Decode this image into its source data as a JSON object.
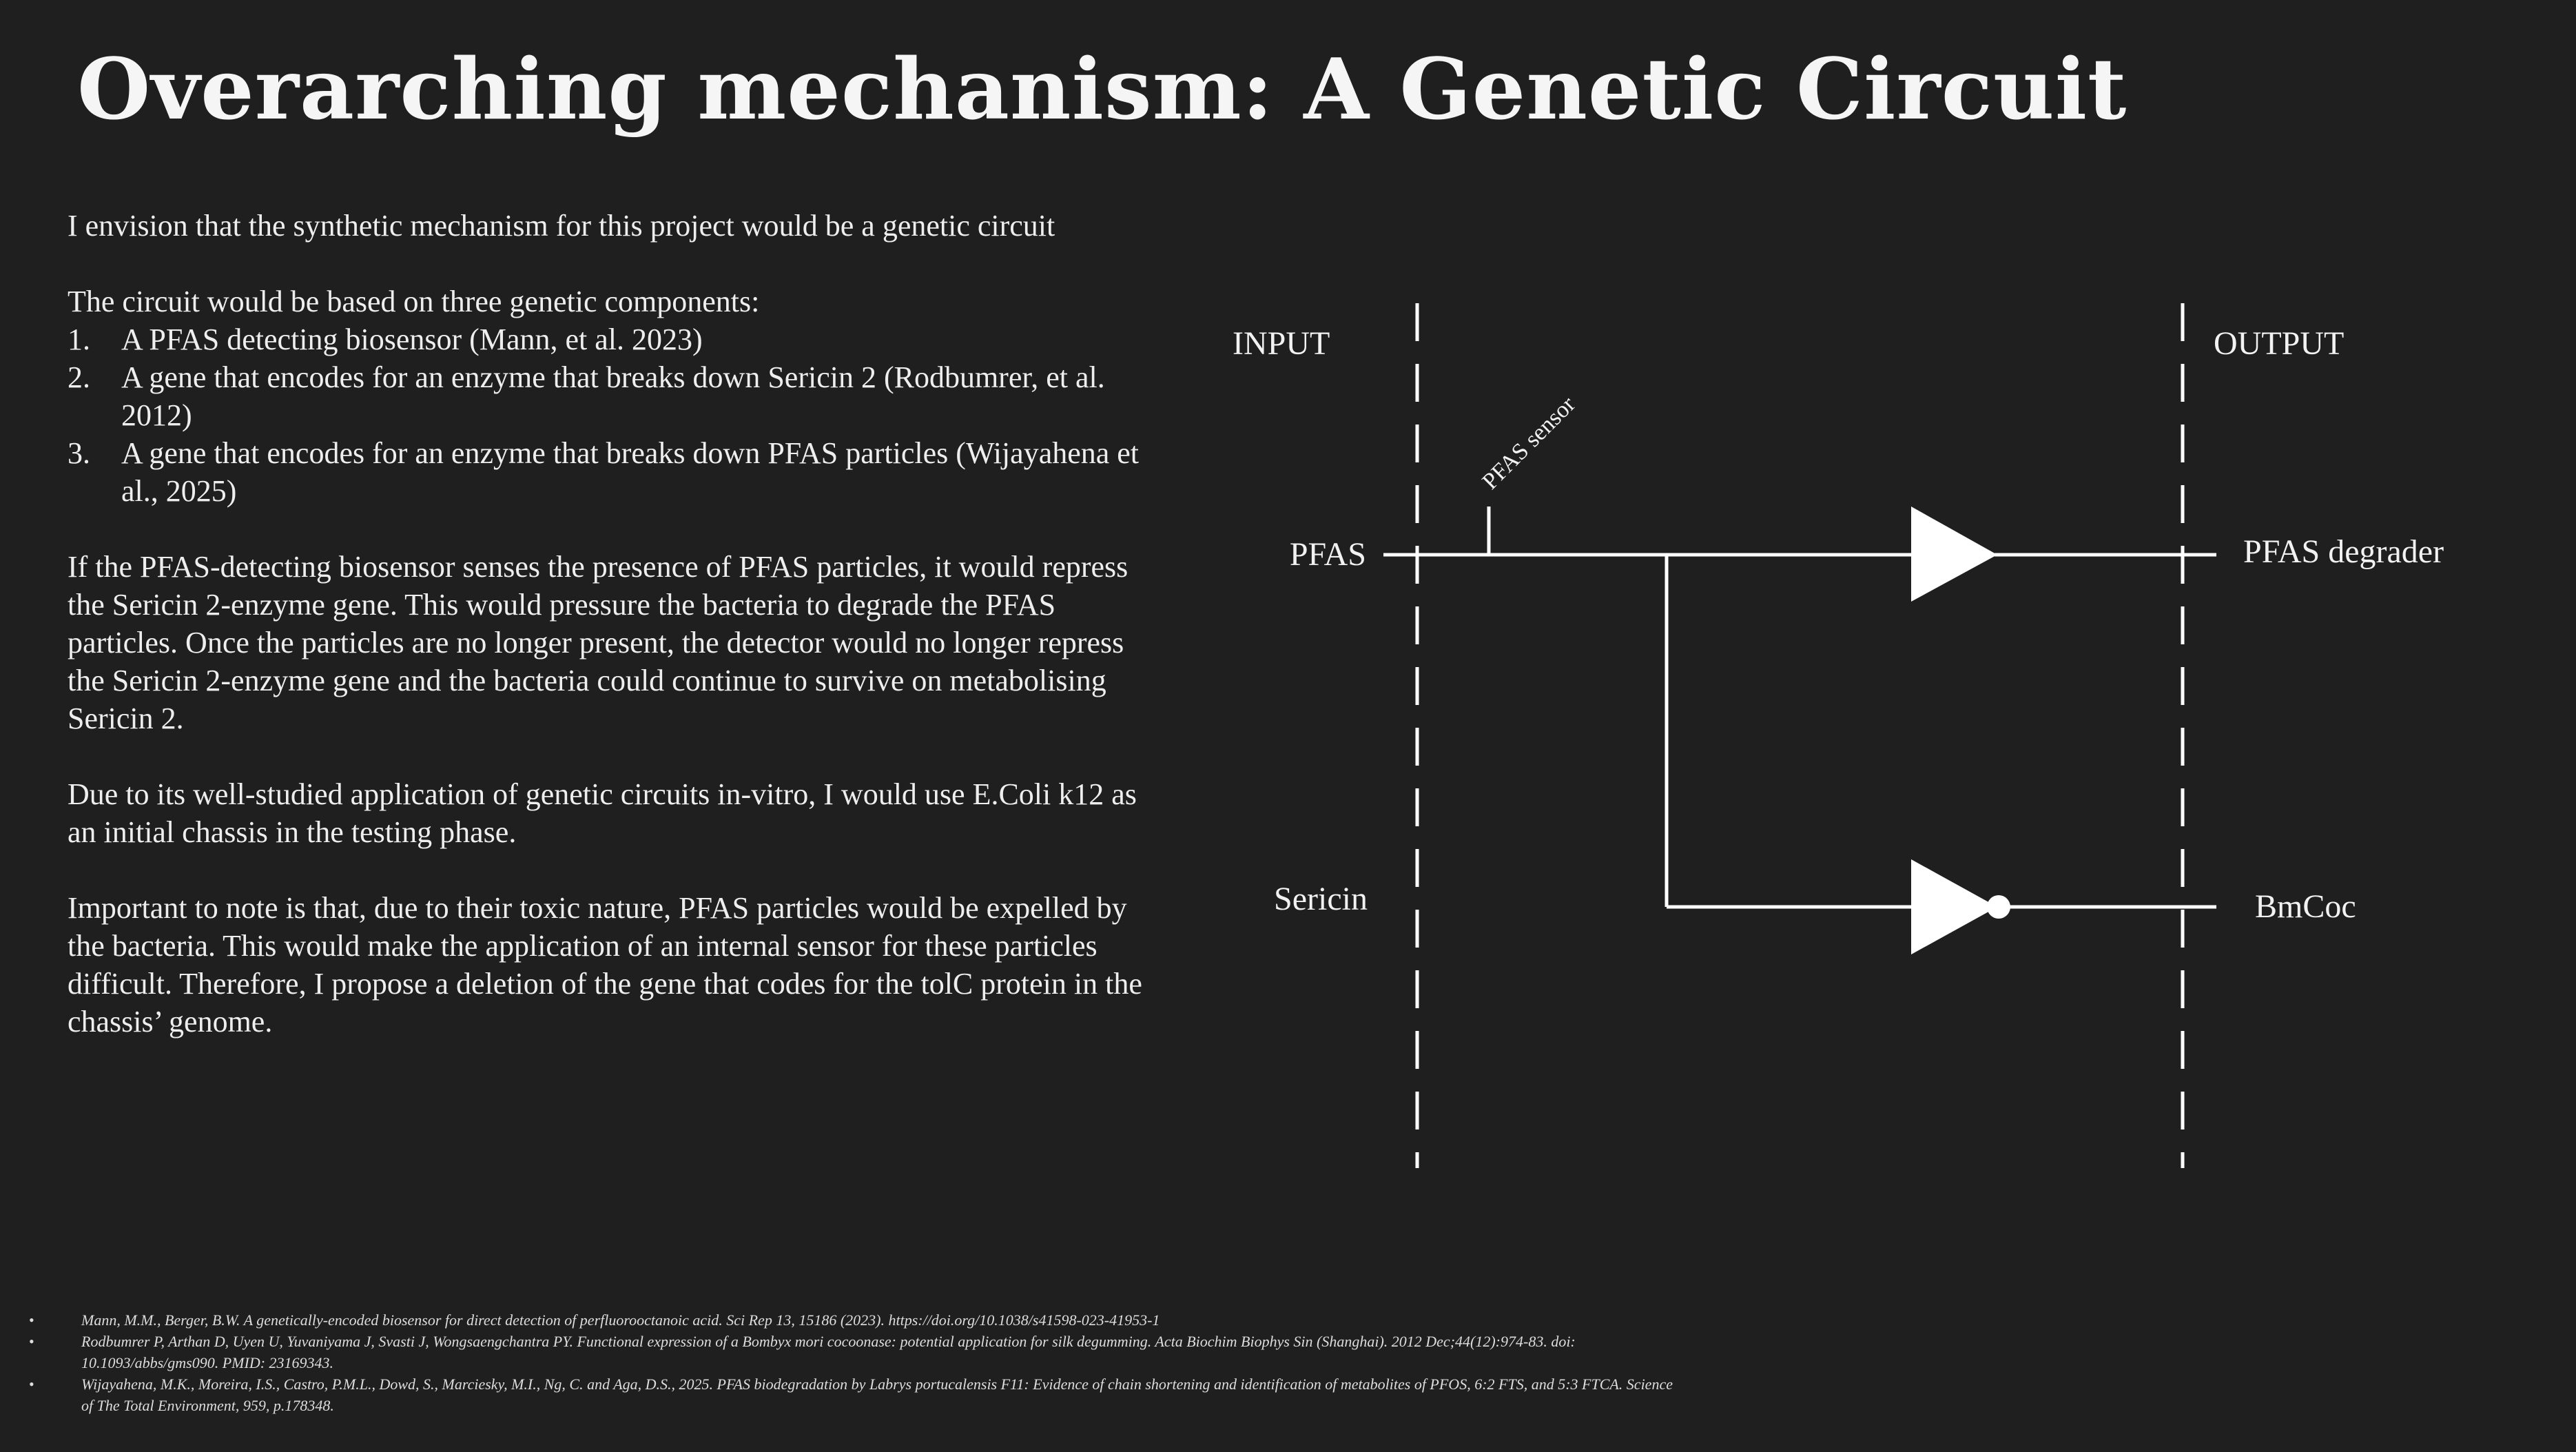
{
  "title": "Overarching mechanism: A Genetic Circuit",
  "body": {
    "p1": "I envision that the synthetic mechanism for this project would be a genetic circuit",
    "p2_intro": "The circuit would be based on three genetic components:",
    "components": [
      {
        "num": "1.",
        "text": "A PFAS detecting biosensor (Mann, et al. 2023)"
      },
      {
        "num": "2.",
        "text": "A gene that encodes for an enzyme that breaks down Sericin 2 (Rodbumrer, et al. 2012)"
      },
      {
        "num": "3.",
        "text": "A gene that encodes for an enzyme that breaks down PFAS particles (Wijayahena et al., 2025)"
      }
    ],
    "p3": "If the PFAS-detecting biosensor senses the presence of PFAS particles, it would repress the Sericin 2-enzyme gene. This would pressure the bacteria to degrade the PFAS particles. Once the particles are no longer present, the detector would no longer repress the Sericin 2-enzyme gene and the bacteria could continue to survive on metabolising Sericin 2.",
    "p4": "Due to its well-studied application of genetic circuits in-vitro, I would use E.Coli k12 as an initial chassis in the testing phase.",
    "p5": "Important to note is that, due to their toxic nature, PFAS particles would be expelled by the bacteria. This would make the application of an internal sensor for these particles difficult. Therefore, I propose a deletion of the gene that codes for the tolC protein in the chassis’ genome."
  },
  "diagram": {
    "input_label": "INPUT",
    "output_label": "OUTPUT",
    "sensor_label": "PFAS sensor",
    "inputs": {
      "pfas": "PFAS",
      "sericin": "Sericin"
    },
    "outputs": {
      "pfas_degrader": "PFAS degrader",
      "bmcoc": "BmCoc"
    },
    "gates": [
      {
        "name": "buffer",
        "icon": "buffer-gate-icon"
      },
      {
        "name": "not",
        "icon": "not-gate-icon"
      }
    ],
    "colors": {
      "line": "#ffffff",
      "background": "#1f1f1f"
    }
  },
  "references": [
    "Mann, M.M., Berger, B.W. A genetically-encoded biosensor for direct detection of perfluorooctanoic acid. Sci Rep 13, 15186 (2023). https://doi.org/10.1038/s41598-023-41953-1",
    "Rodbumrer P, Arthan D, Uyen U, Yuvaniyama J, Svasti J, Wongsaengchantra PY. Functional expression of a Bombyx mori cocoonase: potential application for silk degumming. Acta Biochim Biophys Sin (Shanghai). 2012 Dec;44(12):974-83. doi: 10.1093/abbs/gms090. PMID: 23169343.",
    "Wijayahena, M.K., Moreira, I.S., Castro, P.M.L., Dowd, S., Marciesky, M.I., Ng, C. and Aga, D.S., 2025. PFAS biodegradation by Labrys portucalensis F11: Evidence of chain shortening and identification of metabolites of PFOS, 6:2 FTS, and 5:3 FTCA. Science of The Total Environment, 959, p.178348."
  ]
}
